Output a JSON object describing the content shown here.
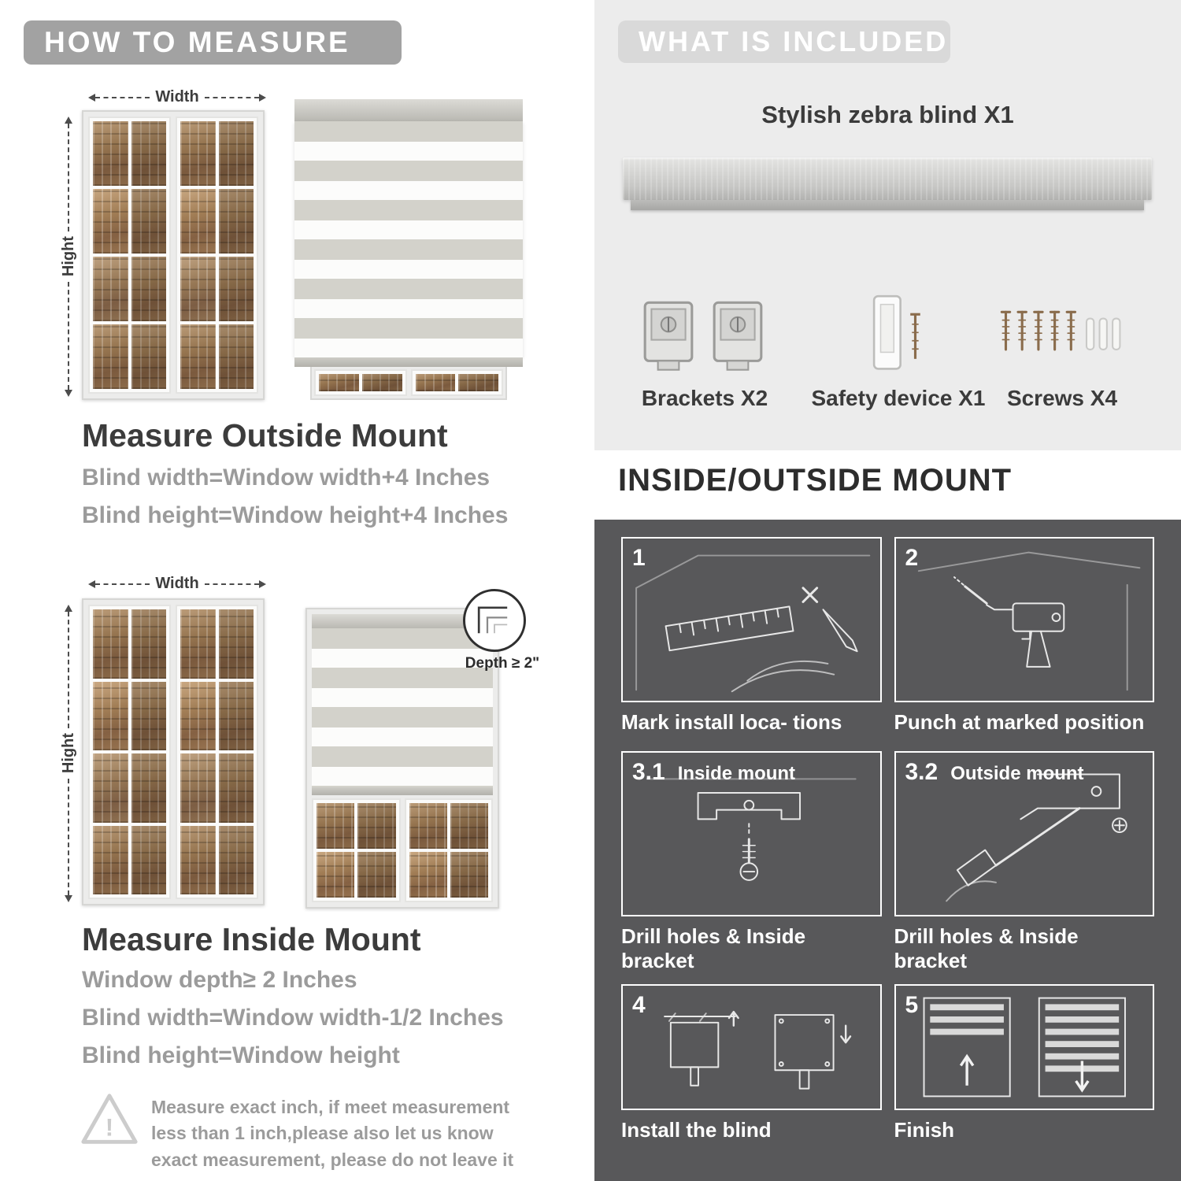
{
  "left": {
    "header": "HOW TO MEASURE",
    "outside": {
      "width_label": "Width",
      "height_label": "Hight",
      "title": "Measure Outside Mount",
      "line1": "Blind width=Window width+4 Inches",
      "line2": "Blind height=Window height+4 Inches"
    },
    "inside": {
      "width_label": "Width",
      "height_label": "Hight",
      "depth_callout": "Depth ≥ 2\"",
      "title": "Measure Inside Mount",
      "line1": "Window depth≥ 2 Inches",
      "line2": "Blind width=Window width-1/2 Inches",
      "line3": "Blind height=Window height"
    },
    "warning": {
      "icon": "!",
      "text": "Measure exact inch, if meet measurement less than 1 inch,please also let us know exact measurement, please do not leave it"
    }
  },
  "right": {
    "included": {
      "header": "WHAT IS INCLUDED",
      "blind_label": "Stylish zebra blind X1",
      "item1": "Brackets X2",
      "item2": "Safety device X1",
      "item3": "Screws X4"
    },
    "mount": {
      "header": "INSIDE/OUTSIDE MOUNT",
      "steps": [
        {
          "num": "1",
          "caption": "Mark install loca- tions"
        },
        {
          "num": "2",
          "caption": "Punch at marked position"
        },
        {
          "num": "3.1",
          "sub": "Inside mount",
          "caption": "Drill holes & Inside bracket"
        },
        {
          "num": "3.2",
          "sub": "Outside mount",
          "caption": "Drill holes & Inside bracket"
        },
        {
          "num": "4",
          "caption": "Install the blind"
        },
        {
          "num": "5",
          "caption": "Finish"
        }
      ]
    }
  },
  "colors": {
    "left_header_bg": "#a2a2a2",
    "included_header_bg": "#d9d9d9",
    "included_bg": "#ececec",
    "mount_panel_bg": "#58585a"
  }
}
